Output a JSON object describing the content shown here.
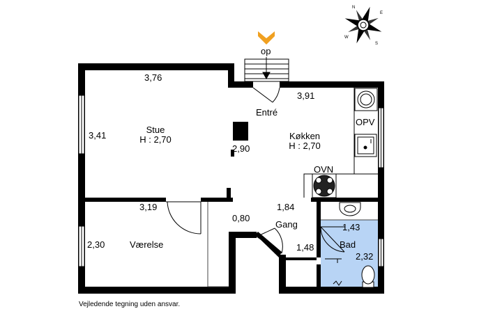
{
  "compass": {
    "n": "N",
    "s": "S",
    "w": "W",
    "e": "E"
  },
  "entrance": {
    "label": "op",
    "arrow_color": "#f0a020"
  },
  "rooms": {
    "stue": {
      "name": "Stue",
      "height": "H : 2,70"
    },
    "entre": {
      "name": "Entré"
    },
    "kokken": {
      "name": "Køkken",
      "height": "H : 2,70"
    },
    "vaerelse": {
      "name": "Værelse"
    },
    "gang": {
      "name": "Gang"
    },
    "bad": {
      "name": "Bad",
      "fill": "#b8d4f5"
    }
  },
  "fixtures": {
    "opv": "OPV",
    "ovn": "OVN"
  },
  "dimensions": {
    "stue_width": "3,76",
    "stue_depth": "3,41",
    "kokken_width": "3,91",
    "chimney_wall": "2,90",
    "vaerelse_width": "3,19",
    "vaerelse_depth": "2,30",
    "gang_width": "1,84",
    "gang_depth": "0,80",
    "gang_inner": "1,48",
    "bad_width": "1,43",
    "bad_depth": "2,32"
  },
  "footer": "Vejledende tegning uden ansvar."
}
